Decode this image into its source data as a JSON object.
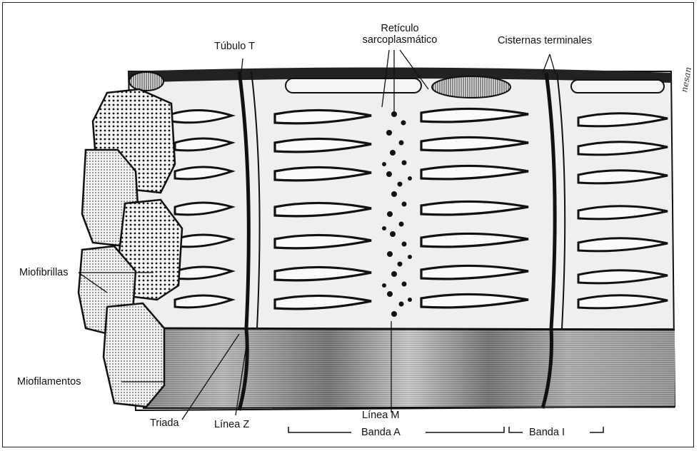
{
  "labels": {
    "reticulo_line1": "Retículo",
    "reticulo_line2": "sarcoplasmático",
    "tubulo_t": "Túbulo T",
    "cisternas": "Cisternas terminales",
    "miofibrillas": "Miofibrillas",
    "miofilamentos": "Miofilamentos",
    "triada": "Triada",
    "linea_z": "Línea Z",
    "linea_m": "Línea M",
    "banda_a": "Banda A",
    "banda_i": "Banda I"
  },
  "signature": "nesan",
  "colors": {
    "ink": "#111111",
    "paper": "#ffffff",
    "mid": "#8a8a8a"
  }
}
